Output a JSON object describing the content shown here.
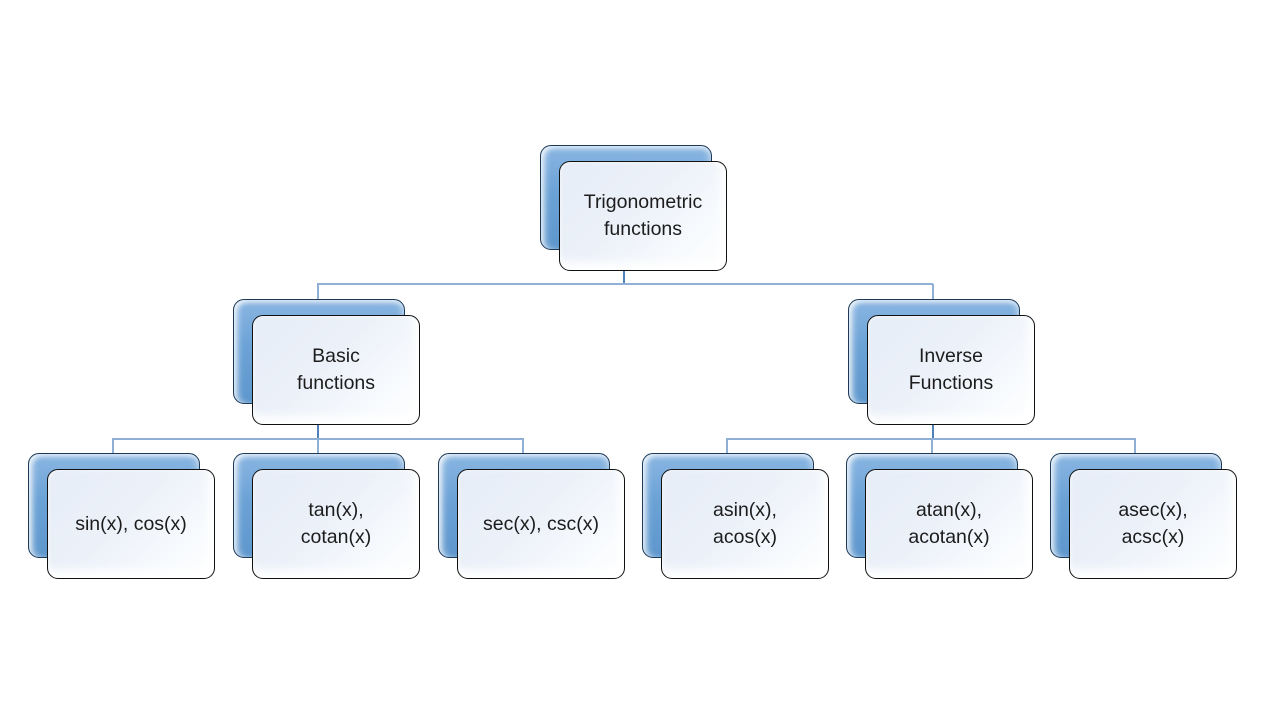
{
  "nodes": {
    "root": {
      "label": "Trigonometric functions",
      "line1": "Trigonometric",
      "line2": "functions"
    },
    "basic": {
      "label": "Basic functions",
      "line1": "Basic",
      "line2": "functions"
    },
    "inverse": {
      "label": "Inverse Functions",
      "line1": "Inverse",
      "line2": "Functions"
    },
    "leaf_sin": {
      "label": "sin(x), cos(x)",
      "line1": "sin(x), cos(x)"
    },
    "leaf_tan": {
      "label": "tan(x), cotan(x)",
      "line1": "tan(x),",
      "line2": "cotan(x)"
    },
    "leaf_sec": {
      "label": "sec(x), csc(x)",
      "line1": "sec(x), csc(x)"
    },
    "leaf_asin": {
      "label": "asin(x), acos(x)",
      "line1": "asin(x),",
      "line2": "acos(x)"
    },
    "leaf_atan": {
      "label": "atan(x), acotan(x)",
      "line1": "atan(x),",
      "line2": "acotan(x)"
    },
    "leaf_asec": {
      "label": "asec(x), acsc(x)",
      "line1": "asec(x),",
      "line2": "acsc(x)"
    }
  },
  "hierarchy": {
    "root": "root",
    "children": {
      "root": [
        "basic",
        "inverse"
      ],
      "basic": [
        "leaf_sin",
        "leaf_tan",
        "leaf_sec"
      ],
      "inverse": [
        "leaf_asin",
        "leaf_atan",
        "leaf_asec"
      ]
    }
  },
  "colors": {
    "shape_blue": "#5e97cd",
    "shape_front_fill": "#ecf1f9",
    "shape_border": "#111111",
    "back_box_border": "#1f3a56",
    "connector_light": "#8fb0d4",
    "connector_dark": "#4e82b8",
    "text": "#1c1c1c",
    "background": "#ffffff"
  }
}
